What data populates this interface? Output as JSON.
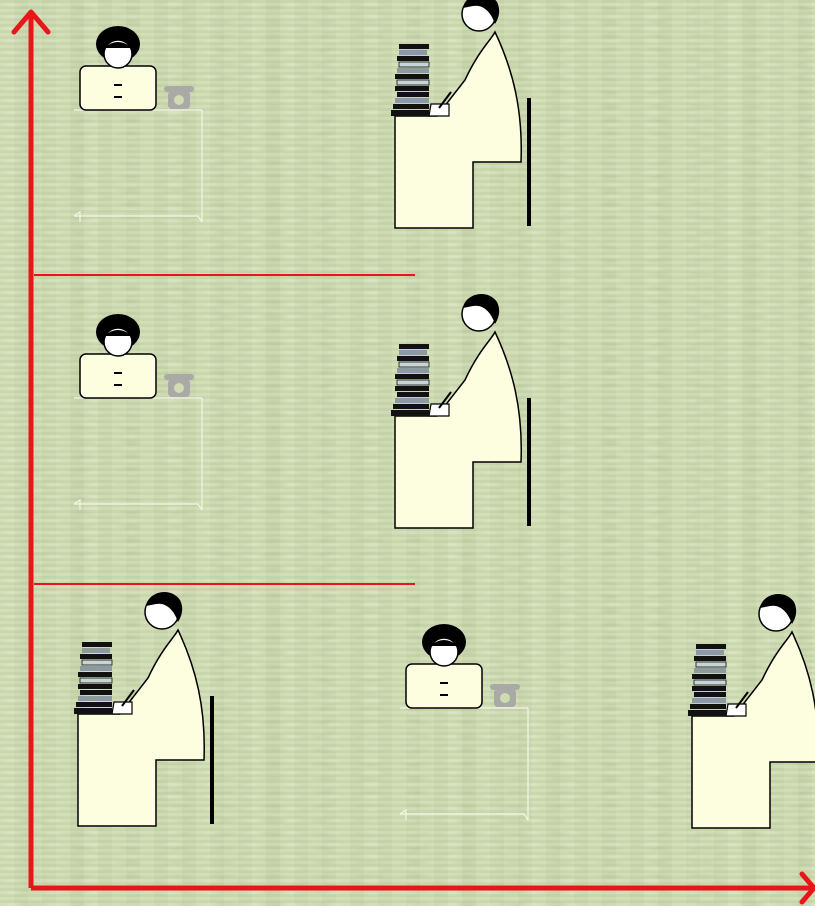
{
  "colors": {
    "axis": "#e8161a",
    "divider": "#e8161a",
    "background": "#cfdcb0",
    "figure_fill": "#fdfde0",
    "phone": "#a9aaa5"
  },
  "icons": {
    "receptionist": "receptionist-at-desk-icon",
    "clerk": "clerk-writing-with-books-icon",
    "phone": "telephone-icon"
  },
  "axes": {
    "vertical": "up-arrow",
    "horizontal": "right-arrow"
  },
  "rows": [
    {
      "figures": [
        "receptionist",
        "clerk"
      ]
    },
    {
      "figures": [
        "receptionist",
        "clerk"
      ]
    },
    {
      "figures": [
        "clerk",
        "receptionist",
        "clerk"
      ]
    }
  ]
}
